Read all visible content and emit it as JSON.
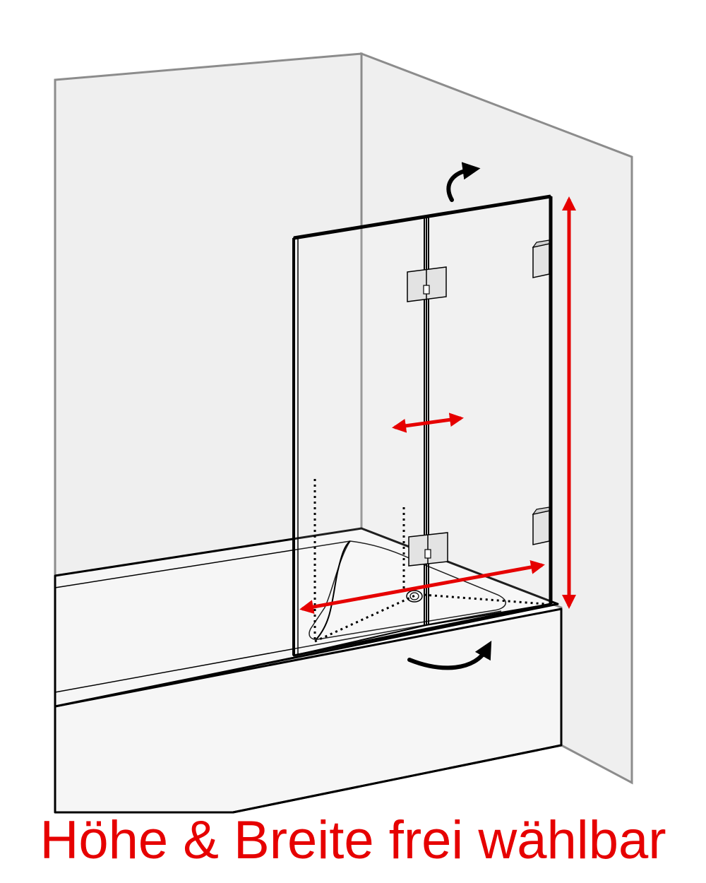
{
  "caption": {
    "text": "Höhe & Breite frei wählbar",
    "color": "#e60000"
  },
  "colors": {
    "wall_fill": "#efefef",
    "wall_stroke": "#8c8c8c",
    "tub_fill": "#f6f6f6",
    "outline": "#000000",
    "hinge_fill": "#e3e3e3",
    "dimension_arrow": "#e60000",
    "motion_arrow": "#000000"
  },
  "icons": {
    "height_dimension": "double-arrow-vertical",
    "width_dimension": "double-arrow-horizontal",
    "fold_gap": "double-arrow-horizontal",
    "swing_top": "curved-arrow",
    "swing_bottom": "curved-arrow"
  }
}
